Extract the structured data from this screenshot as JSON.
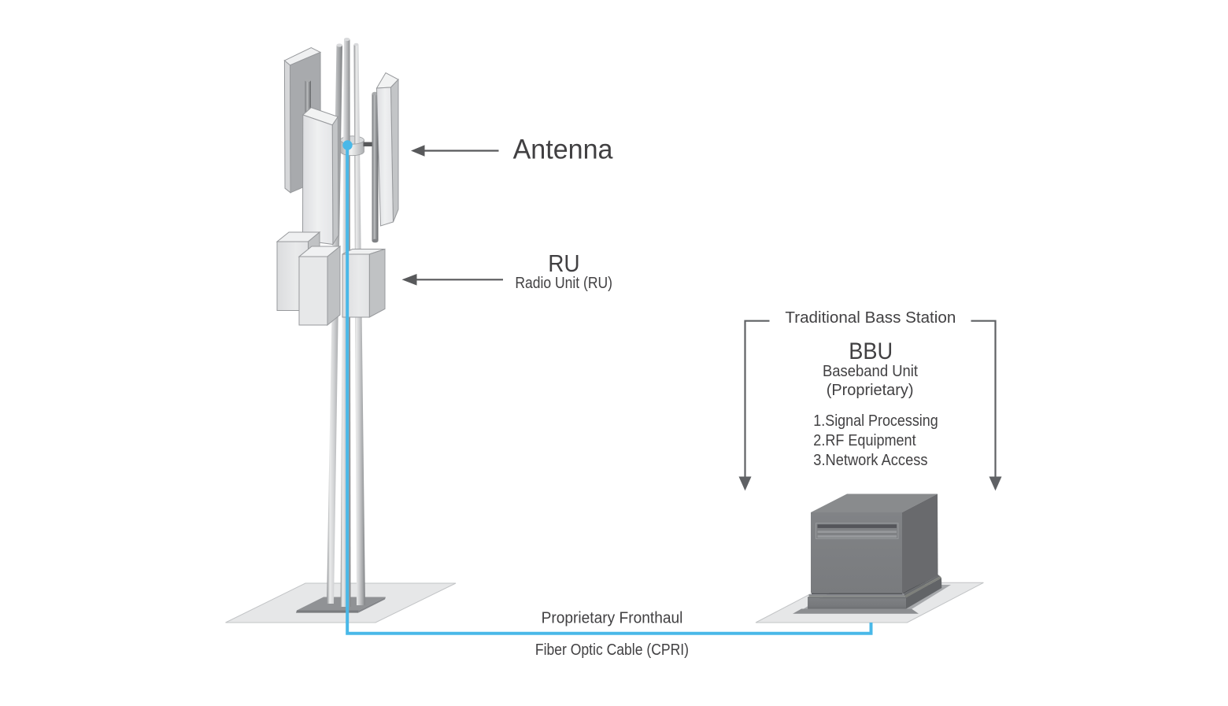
{
  "colors": {
    "cable": "#49b8e8",
    "arrow": "#58595b",
    "bracket": "#5f6164",
    "text": "#414042"
  },
  "tower": {
    "antenna_label": "Antenna",
    "ru_label": "RU",
    "ru_sublabel": "Radio Unit (RU)"
  },
  "station": {
    "group_label": "Traditional Bass Station",
    "bbu_label": "BBU",
    "bbu_sublabel": "Baseband Unit",
    "bbu_note": "(Proprietary)",
    "features": [
      "1.Signal Processing",
      "2.RF Equipment",
      "3.Network Access"
    ]
  },
  "cable": {
    "label_top": "Proprietary Fronthaul",
    "label_bottom": "Fiber Optic Cable (CPRI)"
  }
}
